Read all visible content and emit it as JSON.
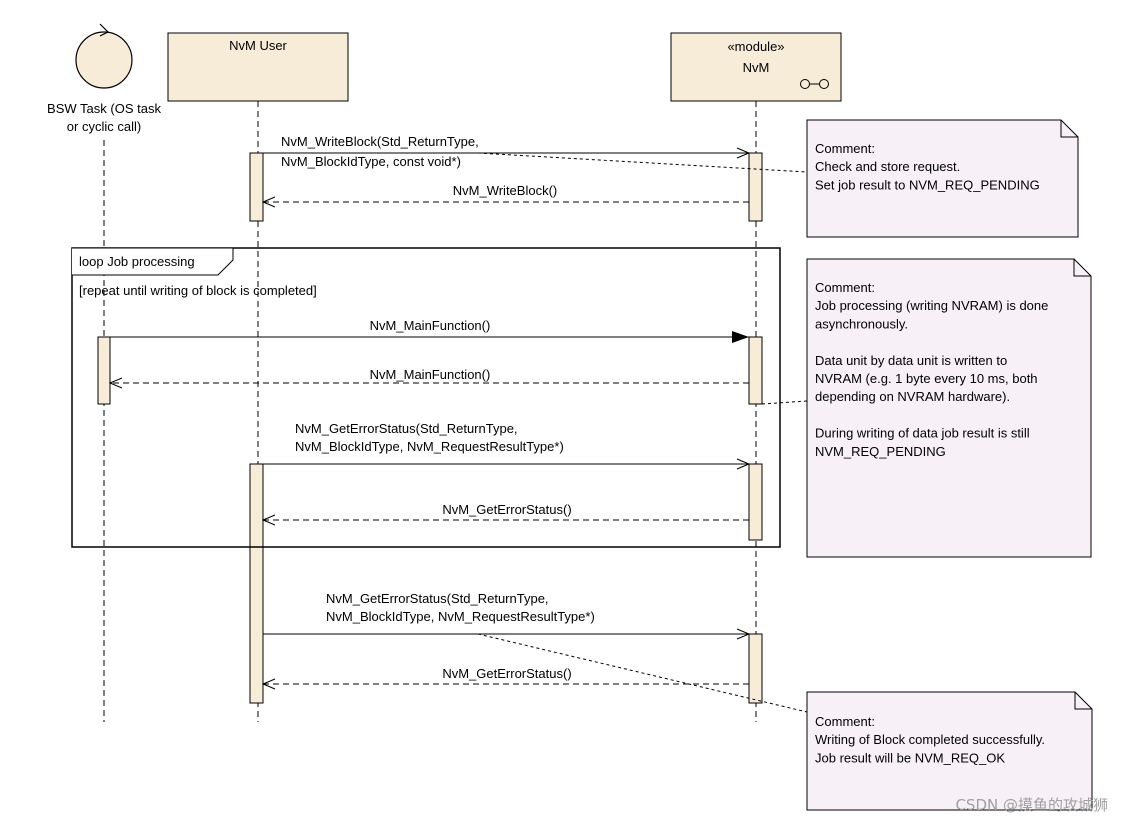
{
  "lifelines": {
    "bsw_task": {
      "label_line1": "BSW Task (OS task",
      "label_line2": "or cyclic call)"
    },
    "nvm_user": {
      "label": "NvM User"
    },
    "nvm": {
      "stereotype": "«module»",
      "label": "NvM"
    }
  },
  "messages": {
    "write_call_line1": "NvM_WriteBlock(Std_ReturnType,",
    "write_call_line2": "NvM_BlockIdType, const void*)",
    "write_return": "NvM_WriteBlock()",
    "main_call": "NvM_MainFunction()",
    "main_return": "NvM_MainFunction()",
    "status_call_line1": "NvM_GetErrorStatus(Std_ReturnType,",
    "status_call_line2": "NvM_BlockIdType, NvM_RequestResultType*)",
    "status_return": "NvM_GetErrorStatus()",
    "final_call_line1": "NvM_GetErrorStatus(Std_ReturnType,",
    "final_call_line2": "NvM_BlockIdType, NvM_RequestResultType*)",
    "final_return": "NvM_GetErrorStatus()"
  },
  "loop": {
    "title": "loop Job processing",
    "guard": "[repeat until writing of block is completed]"
  },
  "notes": {
    "note1": [
      "Comment:",
      "Check and store request.",
      "Set job result to NVM_REQ_PENDING"
    ],
    "note2": [
      "Comment:",
      "Job processing (writing NVRAM) is done",
      "asynchronously.",
      "",
      "Data unit by data unit is written to",
      "NVRAM (e.g. 1 byte every 10 ms, both",
      "depending on  NVRAM hardware).",
      "",
      "During writing of data job result is still",
      "NVM_REQ_PENDING"
    ],
    "note3": [
      "Comment:",
      "Writing of Block completed successfully.",
      "Job result will be NVM_REQ_OK"
    ]
  },
  "watermark": "CSDN @摸鱼的攻城狮",
  "colors": {
    "box_fill": "#f7ecd8",
    "note_fill": "#f7f1f7",
    "line": "#000000",
    "watermark": "#a0a0a0"
  }
}
